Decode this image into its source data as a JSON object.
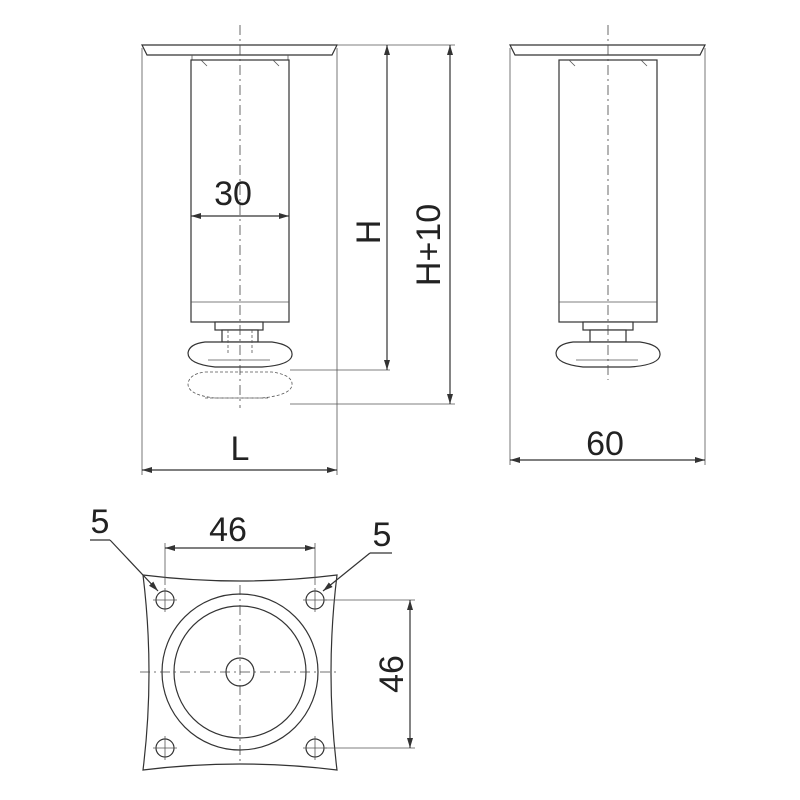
{
  "dimensions": {
    "tube_diameter": "30",
    "height": "H",
    "height_plus_adjust": "H+10",
    "plate_length": "L",
    "plate_width": "60",
    "hole_spacing_x": "46",
    "hole_spacing_y": "46",
    "hole_diameter_left": "5",
    "hole_diameter_right": "5"
  },
  "colors": {
    "line": "#333333",
    "background": "#ffffff"
  }
}
